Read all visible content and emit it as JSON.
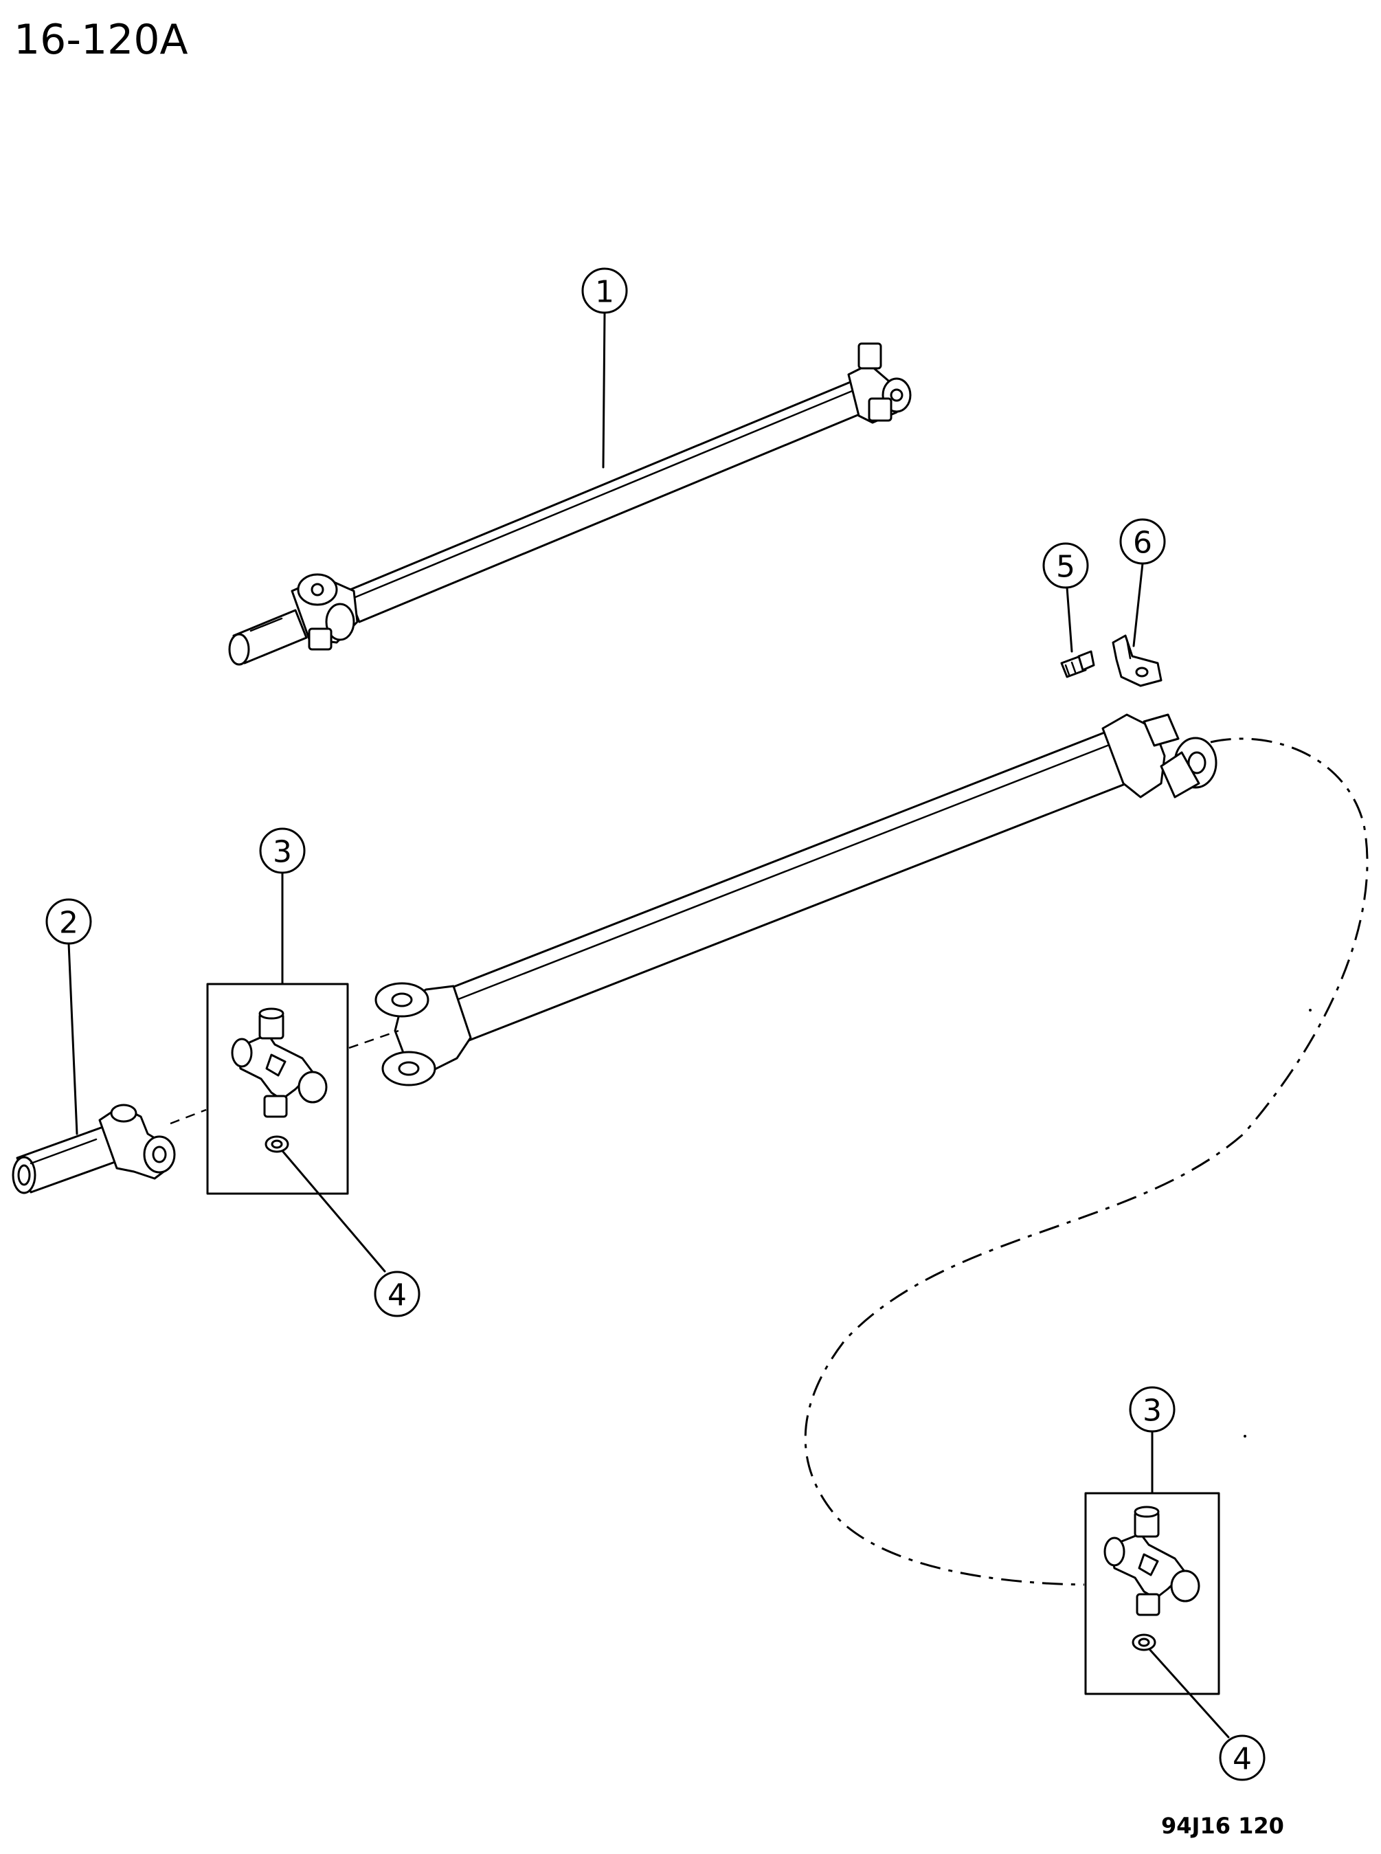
{
  "page_title": "16-120A",
  "figure_code": "94J16  120",
  "callouts": {
    "c1": "1",
    "c2": "2",
    "c3a": "3",
    "c4a": "4",
    "c5": "5",
    "c6": "6",
    "c3b": "3",
    "c4b": "4"
  }
}
